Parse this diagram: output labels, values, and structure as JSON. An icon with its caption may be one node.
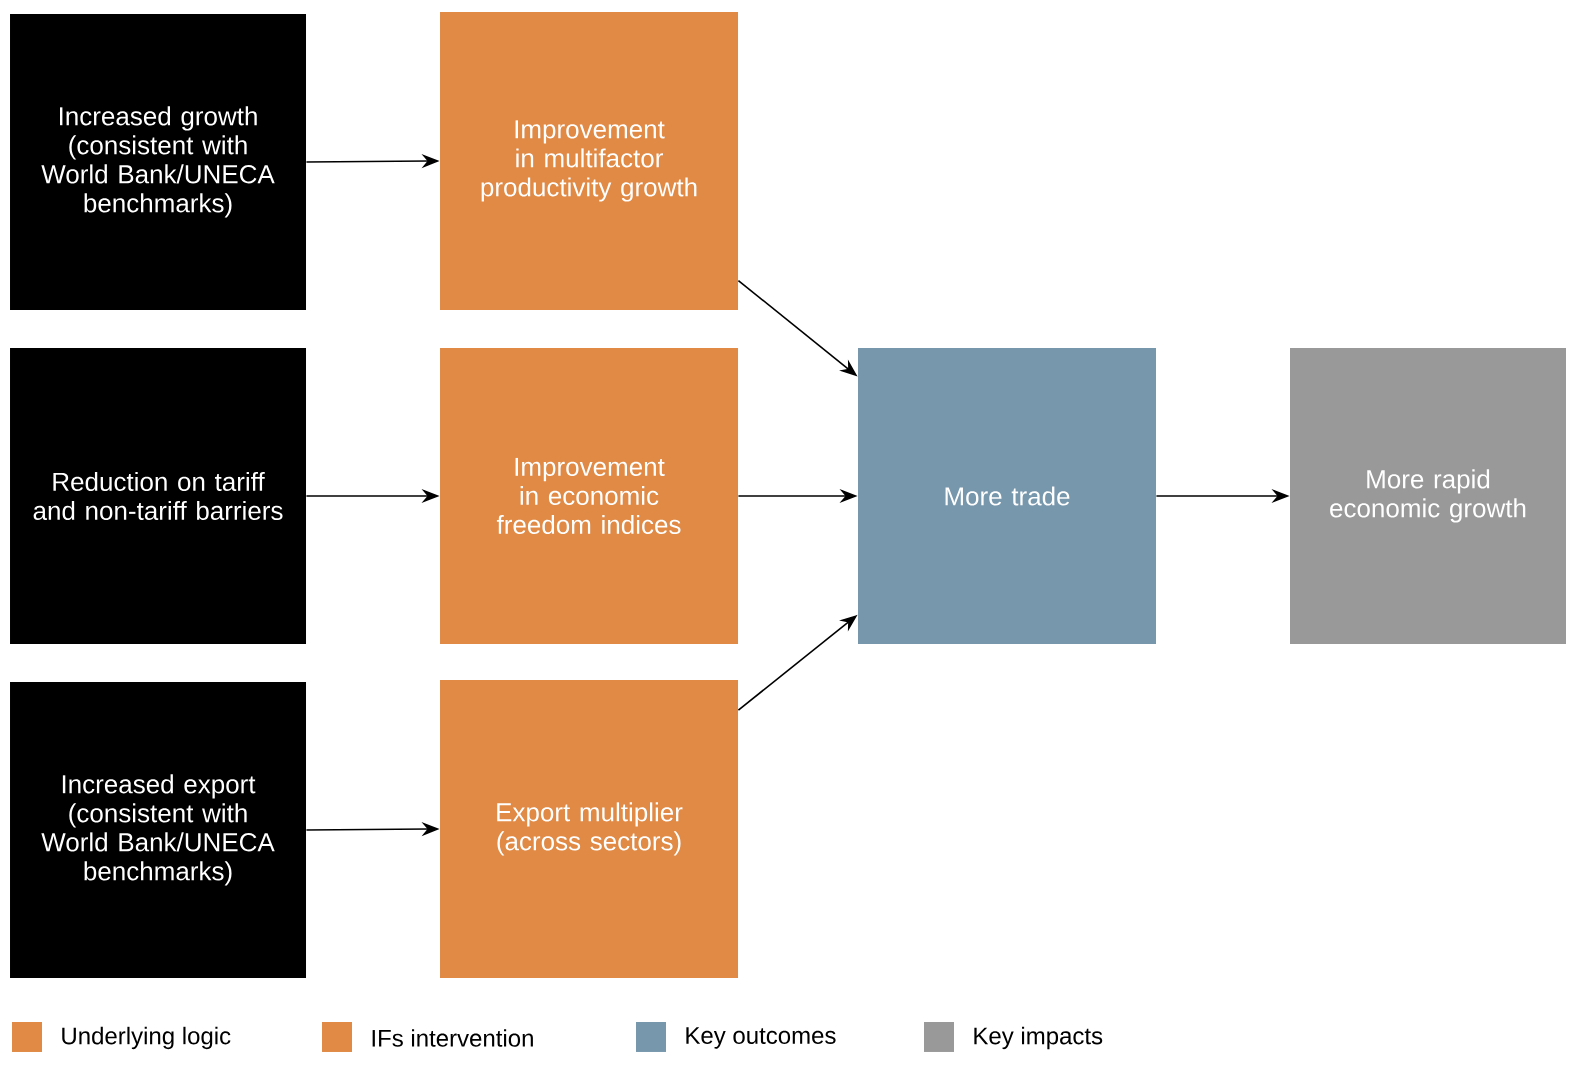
{
  "diagram": {
    "nodes": [
      {
        "text": [
          "Increased growth (consistent with World Bank/UNECA benchmarks)"
        ]
      },
      {
        "text": [
          "Improvement in multifactor productivity growth"
        ]
      },
      {
        "text": [
          "Reduction on tariff and non-tariff barriers"
        ]
      },
      {
        "text": [
          "Improvement in economic freedom indices"
        ]
      },
      {
        "text": [
          "Increased export (consistent with World Bank/UNECA benchmarks)"
        ]
      },
      {
        "text": [
          "Export multiplier (across sectors)"
        ]
      },
      {
        "text": [
          "More trade"
        ]
      },
      {
        "text": [
          "More rapid economic growth"
        ]
      }
    ],
    "edges": [
      {
        "from": 0,
        "to": 1,
        "arrow": "to"
      },
      {
        "from": 1,
        "to": 6,
        "arrow": "to"
      },
      {
        "from": 2,
        "to": 3,
        "arrow": "to"
      },
      {
        "from": 3,
        "to": 6,
        "arrow": "to"
      },
      {
        "from": 4,
        "to": 5,
        "arrow": "to"
      },
      {
        "from": 5,
        "to": 6,
        "arrow": "to"
      },
      {
        "from": 6,
        "to": 7,
        "arrow": "to"
      }
    ],
    "legend": [
      {
        "text": "Underlying logic",
        "color": "#e08a45"
      },
      {
        "text": "IFs intervention",
        "color": "#e08a45"
      },
      {
        "text": "Key outcomes",
        "color": "#7797ad"
      },
      {
        "text": "Key impacts",
        "color": "#999999"
      }
    ]
  }
}
